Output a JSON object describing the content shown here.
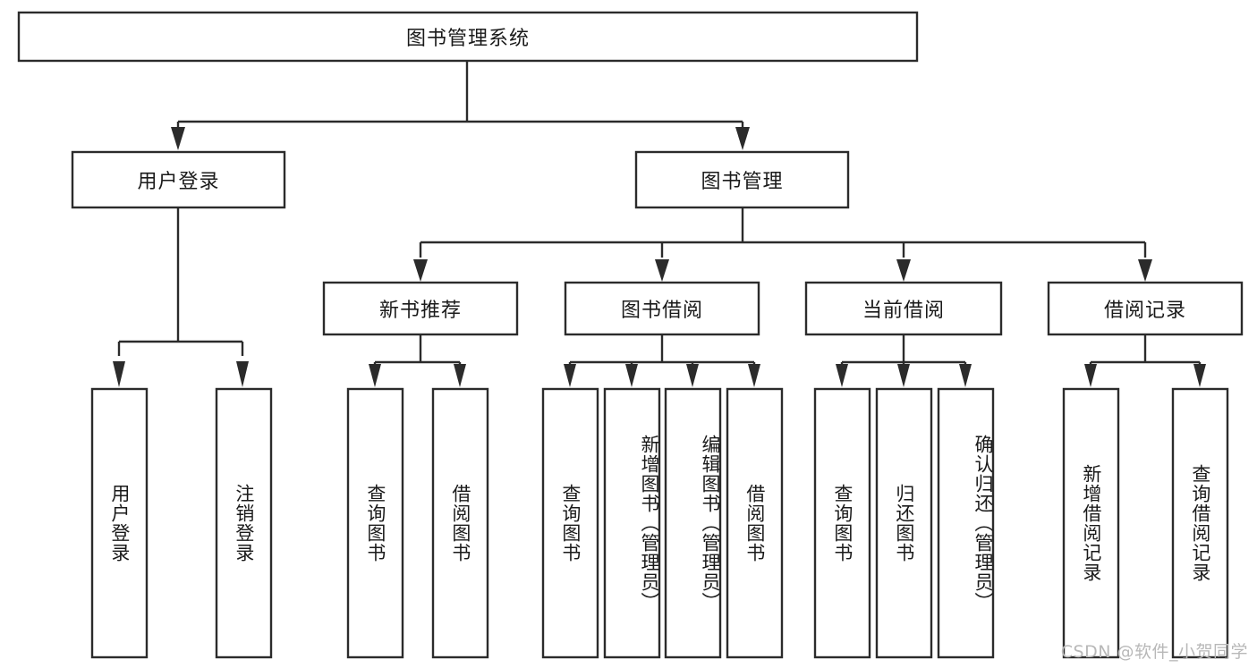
{
  "diagram": {
    "type": "tree",
    "title": "图书管理系统",
    "orientation": "top-down",
    "colors": {
      "box_stroke": "#2b2b2b",
      "box_fill": "#ffffff",
      "text": "#1a1a1a",
      "background": "#ffffff",
      "watermark": "#b8b8b8"
    },
    "root": {
      "label": "图书管理系统",
      "level": 1
    },
    "level2": [
      {
        "id": "user-login",
        "label": "用户登录"
      },
      {
        "id": "book-manage",
        "label": "图书管理"
      }
    ],
    "level3": [
      {
        "id": "new-book-recommend",
        "label": "新书推荐",
        "parent": "book-manage"
      },
      {
        "id": "book-borrow",
        "label": "图书借阅",
        "parent": "book-manage"
      },
      {
        "id": "current-borrow",
        "label": "当前借阅",
        "parent": "book-manage"
      },
      {
        "id": "borrow-record",
        "label": "借阅记录",
        "parent": "book-manage"
      }
    ],
    "leaves": [
      {
        "id": "leaf-user-login",
        "label": "用户登录",
        "parent": "user-login"
      },
      {
        "id": "leaf-user-logout",
        "label": "注销登录",
        "parent": "user-login"
      },
      {
        "id": "leaf-query-book-1",
        "label": "查询图书",
        "parent": "new-book-recommend"
      },
      {
        "id": "leaf-borrow-book-1",
        "label": "借阅图书",
        "parent": "new-book-recommend"
      },
      {
        "id": "leaf-query-book-2",
        "label": "查询图书",
        "parent": "book-borrow"
      },
      {
        "id": "leaf-add-book",
        "label": "新增图书（管理员）",
        "parent": "book-borrow"
      },
      {
        "id": "leaf-edit-book",
        "label": "编辑图书（管理员）",
        "parent": "book-borrow"
      },
      {
        "id": "leaf-borrow-book-2",
        "label": "借阅图书",
        "parent": "book-borrow"
      },
      {
        "id": "leaf-query-book-3",
        "label": "查询图书",
        "parent": "current-borrow"
      },
      {
        "id": "leaf-return-book",
        "label": "归还图书",
        "parent": "current-borrow"
      },
      {
        "id": "leaf-confirm-return",
        "label": "确认归还（管理员）",
        "parent": "current-borrow"
      },
      {
        "id": "leaf-add-record",
        "label": "新增借阅记录",
        "parent": "borrow-record"
      },
      {
        "id": "leaf-query-record",
        "label": "查询借阅记录",
        "parent": "borrow-record"
      }
    ]
  },
  "watermark": {
    "text": "CSDN @软件_小贺同学"
  }
}
